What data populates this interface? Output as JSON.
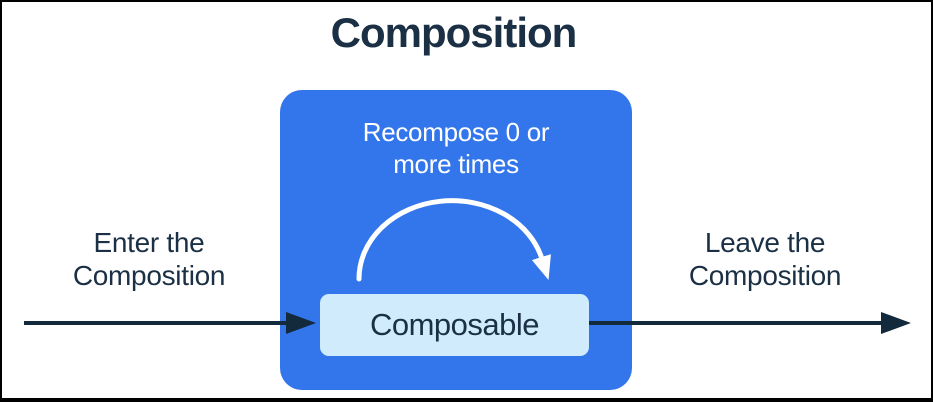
{
  "title": "Composition",
  "colors": {
    "accent_blue": "#3376EC",
    "light_blue": "#D0EBFC",
    "navy_text": "#1B3044",
    "arrow_navy": "#13293C",
    "loop_arrow_white": "#FFFFFF",
    "background": "#FFFFFF",
    "border": "#000000"
  },
  "composition_box": {
    "recompose_label": {
      "line1": "Recompose 0 or",
      "line2": "more times"
    },
    "composable_label": "Composable"
  },
  "flow": {
    "enter_label": {
      "line1": "Enter the",
      "line2": "Composition"
    },
    "leave_label": {
      "line1": "Leave the",
      "line2": "Composition"
    }
  },
  "icons": {
    "enter_arrow": "right-arrow",
    "leave_arrow": "right-arrow",
    "recompose_loop": "clockwise-loop-arrow"
  }
}
